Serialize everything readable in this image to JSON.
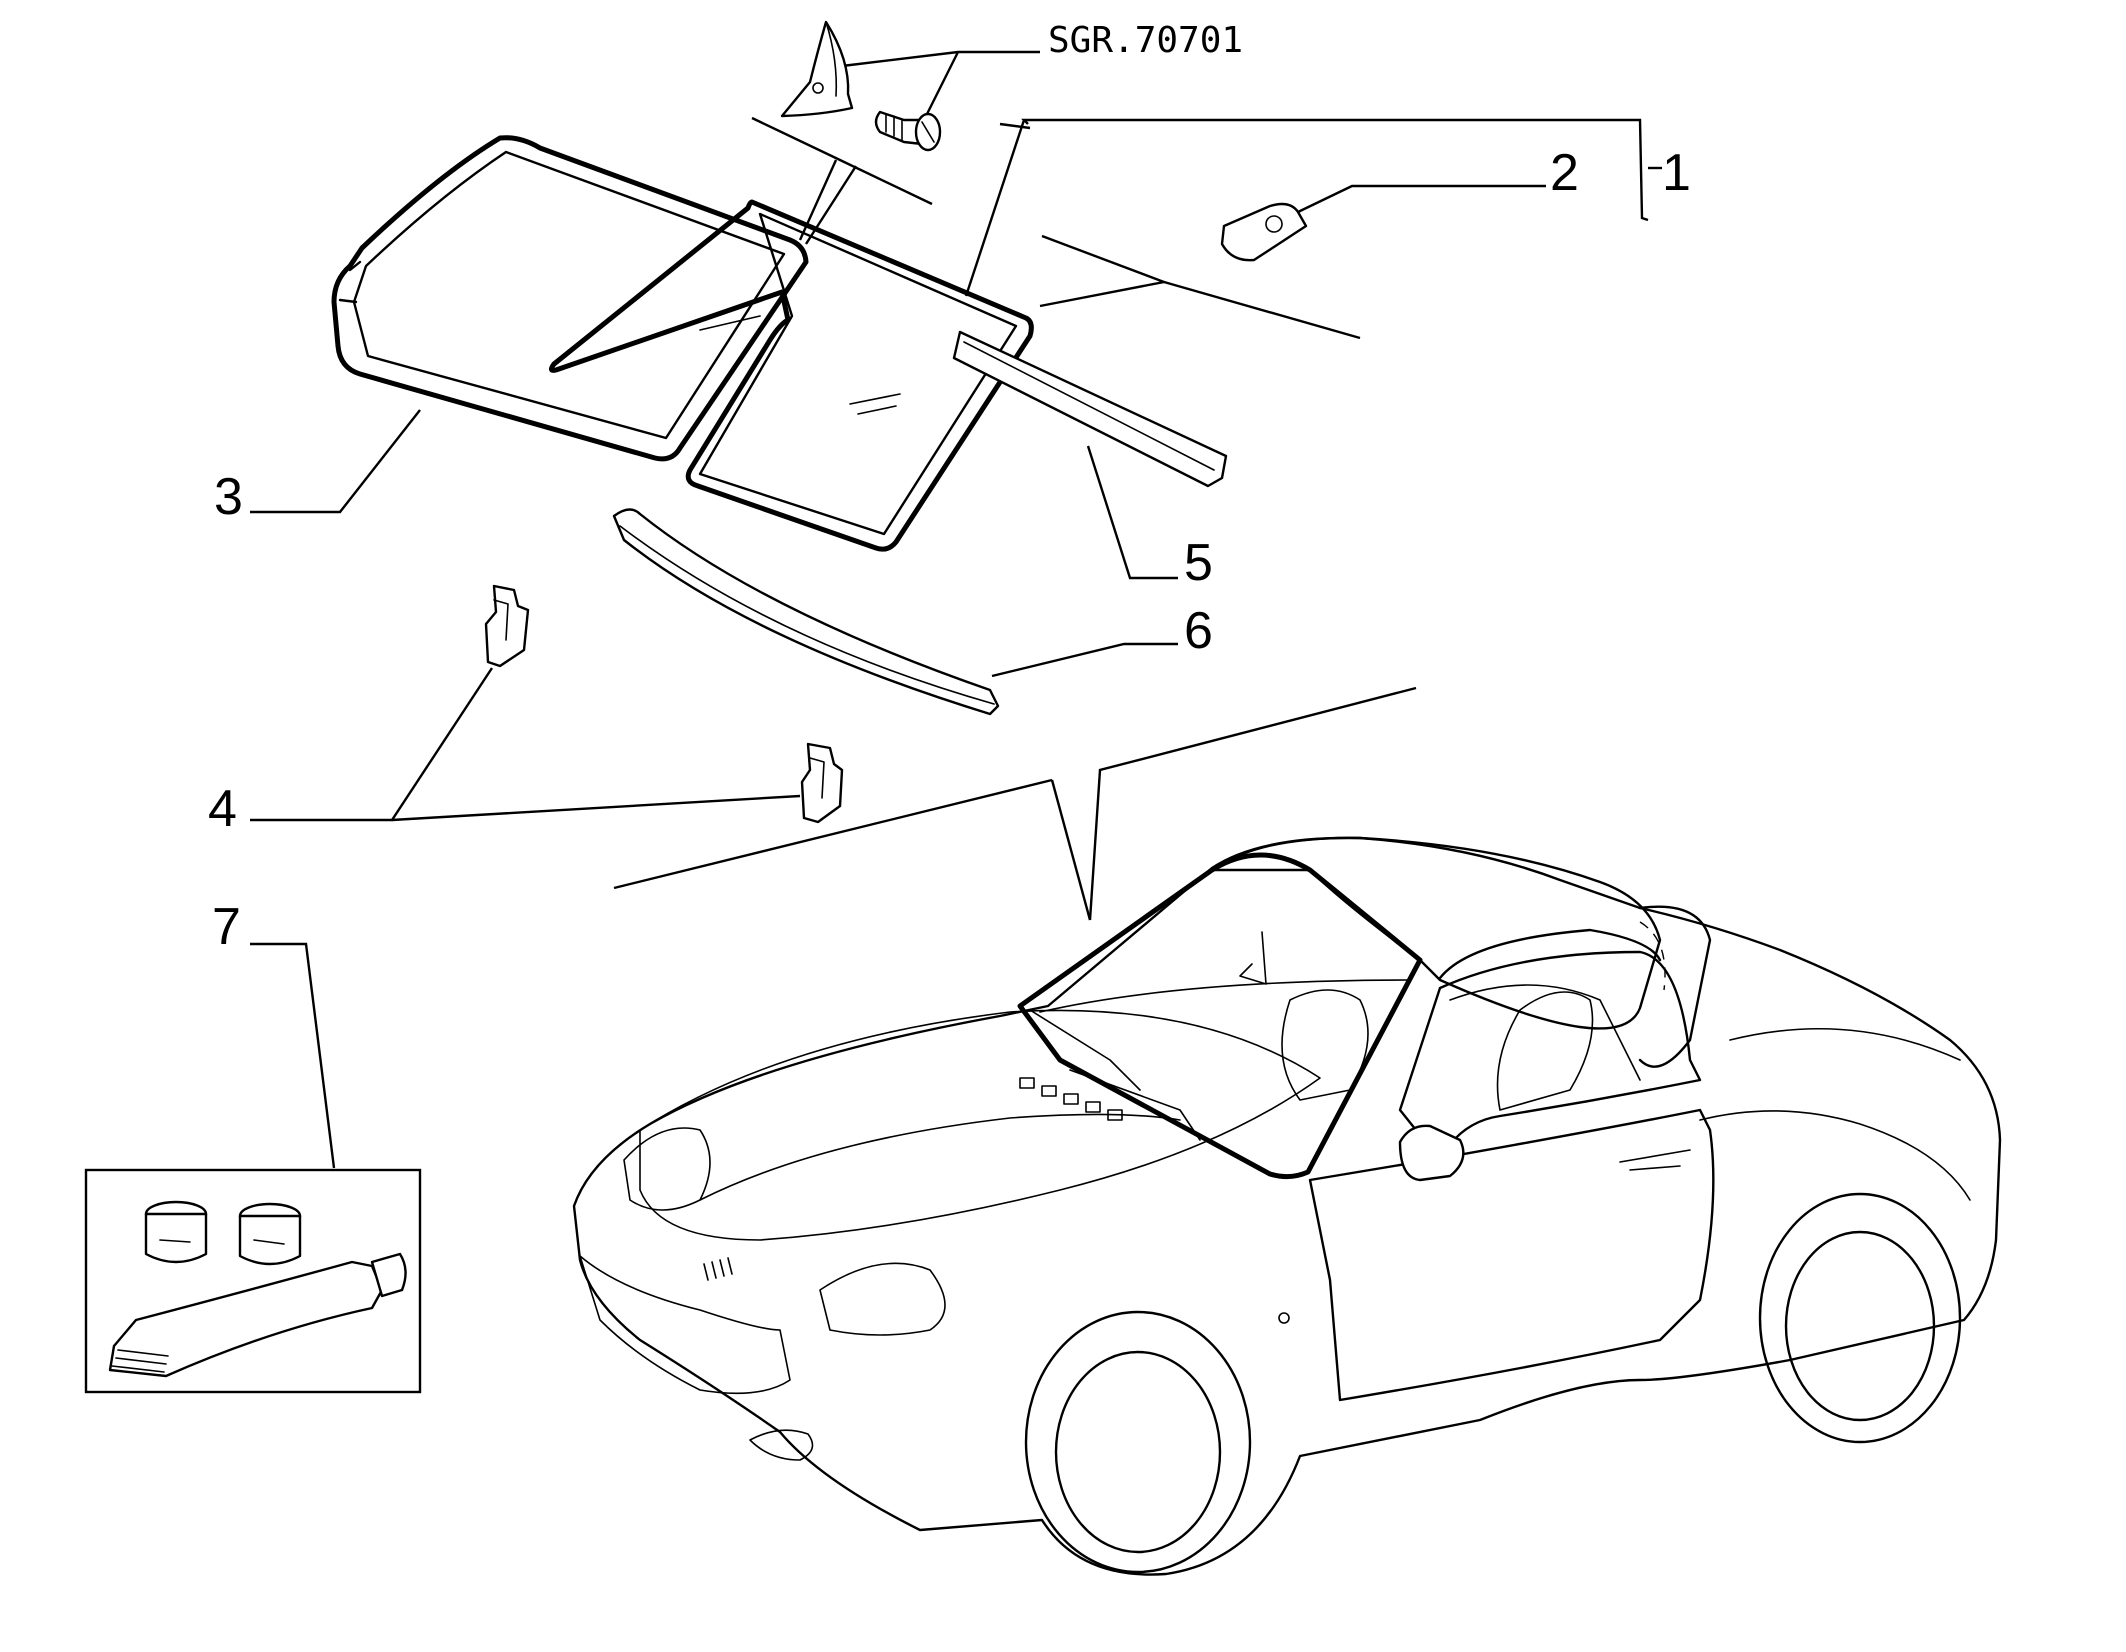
{
  "reference_code": "SGR.70701",
  "callouts": {
    "c1": "1",
    "c2": "2",
    "c3": "3",
    "c4": "4",
    "c5": "5",
    "c6": "6",
    "c7": "7"
  }
}
